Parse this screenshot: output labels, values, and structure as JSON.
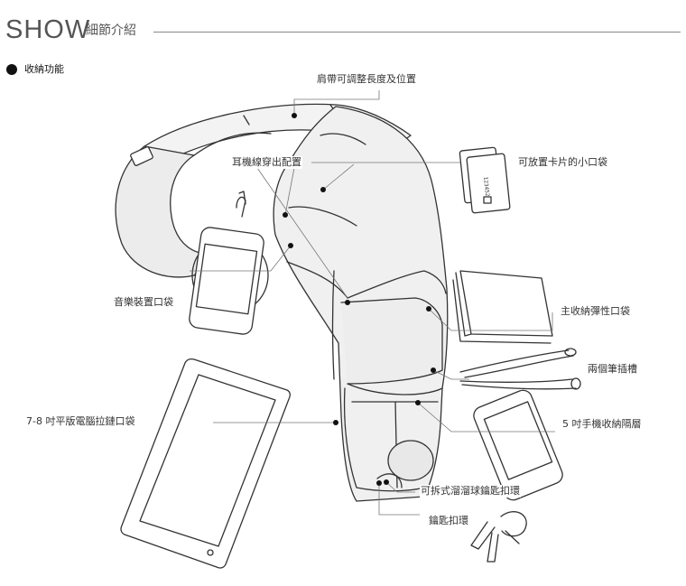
{
  "header": {
    "title": "SHOW",
    "subtitle": "細節介紹"
  },
  "section": {
    "label": "收納功能"
  },
  "callouts": {
    "strap": "肩帶可調整長度及位置",
    "earphone": "耳機線穿出配置",
    "card": "可放置卡片的小口袋",
    "music": "音樂裝置口袋",
    "elastic": "主收納彈性口袋",
    "pen": "兩個筆插槽",
    "tablet": "7-8 吋平版電腦拉鏈口袋",
    "phone": "5 吋手機收納隔層",
    "detachable": "可拆式溜溜球鑰匙扣環",
    "keyring": "鑰匙扣環"
  },
  "card_text": "123452"
}
